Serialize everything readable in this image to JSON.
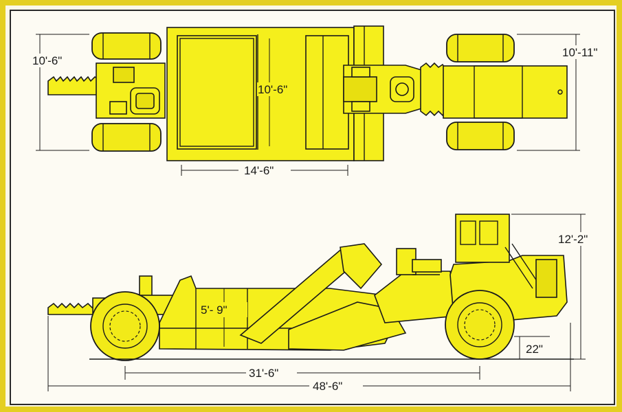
{
  "dimensions": {
    "top_left_width": "10'-6\"",
    "top_right_width": "10'-11\"",
    "bowl_width": "10'-6\"",
    "bowl_length": "14'-6\"",
    "overall_height": "12'-2\"",
    "bowl_depth": "5'- 9\"",
    "ground_clearance": "22\"",
    "wheelbase": "31'-6\"",
    "overall_length": "48'-6\""
  },
  "colors": {
    "machine": "#f5ef1c",
    "border": "#e4cf22",
    "ink": "#1a1a1a"
  }
}
